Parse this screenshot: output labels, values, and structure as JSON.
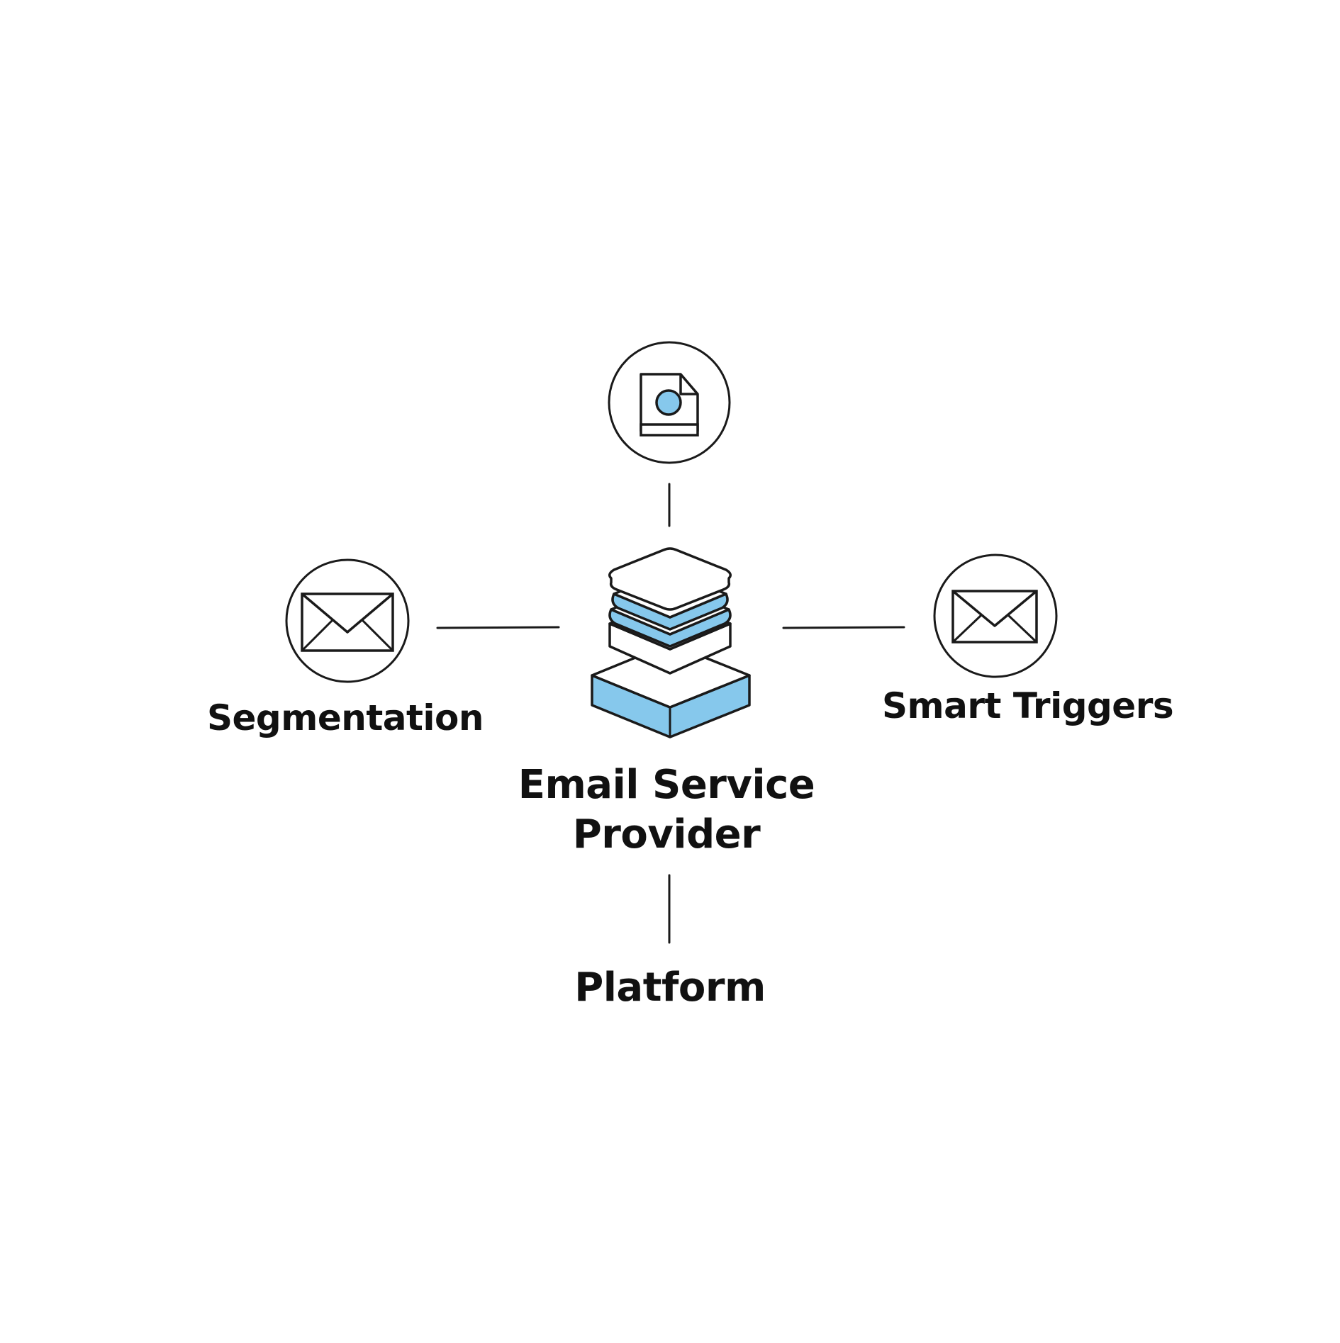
{
  "diagram": {
    "nodes": {
      "top": {
        "icon": "document-icon"
      },
      "left": {
        "icon": "envelope-icon",
        "label": "Segmentation"
      },
      "right": {
        "icon": "envelope-icon",
        "label": "Smart Triggers"
      },
      "center": {
        "icon": "stacked-layers-icon",
        "label_line1": "Email Service",
        "label_line2": "Provider"
      },
      "bottom": {
        "label": "Platform"
      }
    },
    "colors": {
      "stroke": "#1a1a1a",
      "accent": "#86c8ec",
      "background": "#ffffff"
    }
  }
}
